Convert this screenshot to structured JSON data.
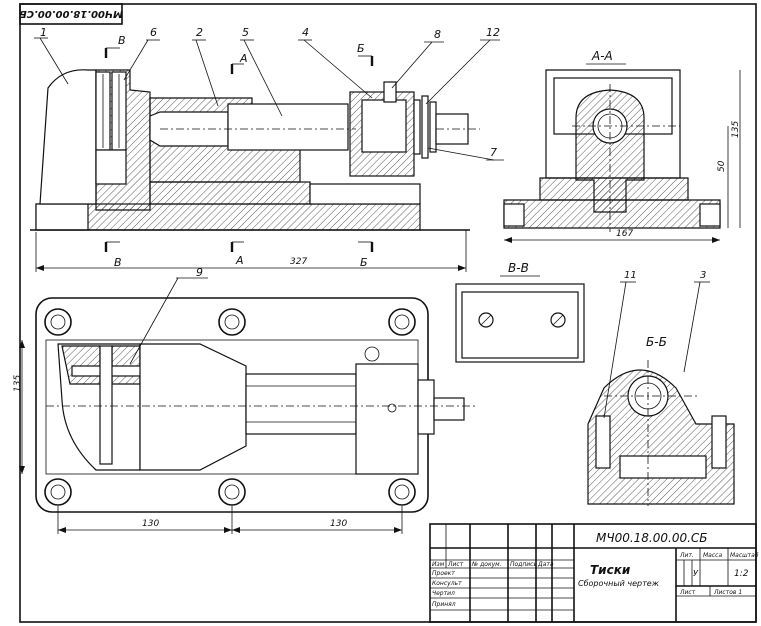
{
  "corner_code": "МЧ00.18.00.00.СБ",
  "part_numbers": [
    "1",
    "6",
    "2",
    "5",
    "4",
    "8",
    "12",
    "7",
    "9",
    "11",
    "3"
  ],
  "section_marks": {
    "B": "В",
    "A": "А",
    "Bb": "Б"
  },
  "views": {
    "aa": "А-А",
    "vv": "В-В",
    "bb": "Б-Б"
  },
  "dimensions": {
    "length": "327",
    "width": "167",
    "height_a": "50",
    "height_b": "135",
    "left_half": "130",
    "right_half": "130",
    "side_height": "135"
  },
  "title_block": {
    "doc_code": "МЧ00.18.00.00.СБ",
    "name": "Тиски",
    "subtitle": "Сборочный чертеж",
    "col_izm": "Изм",
    "col_list": "Лист",
    "col_doc": "№ докум.",
    "col_sign": "Подпись",
    "col_date": "Дата",
    "row_proekt": "Проект",
    "row_konsult": "Консульт",
    "row_chertil": "Чертил",
    "row_prinyal": "Принял",
    "lit": "Лит.",
    "massa": "Масса",
    "masshtab": "Масштаб",
    "u": "У",
    "scale": "1:2",
    "list": "Лист",
    "listov": "Листов 1"
  }
}
